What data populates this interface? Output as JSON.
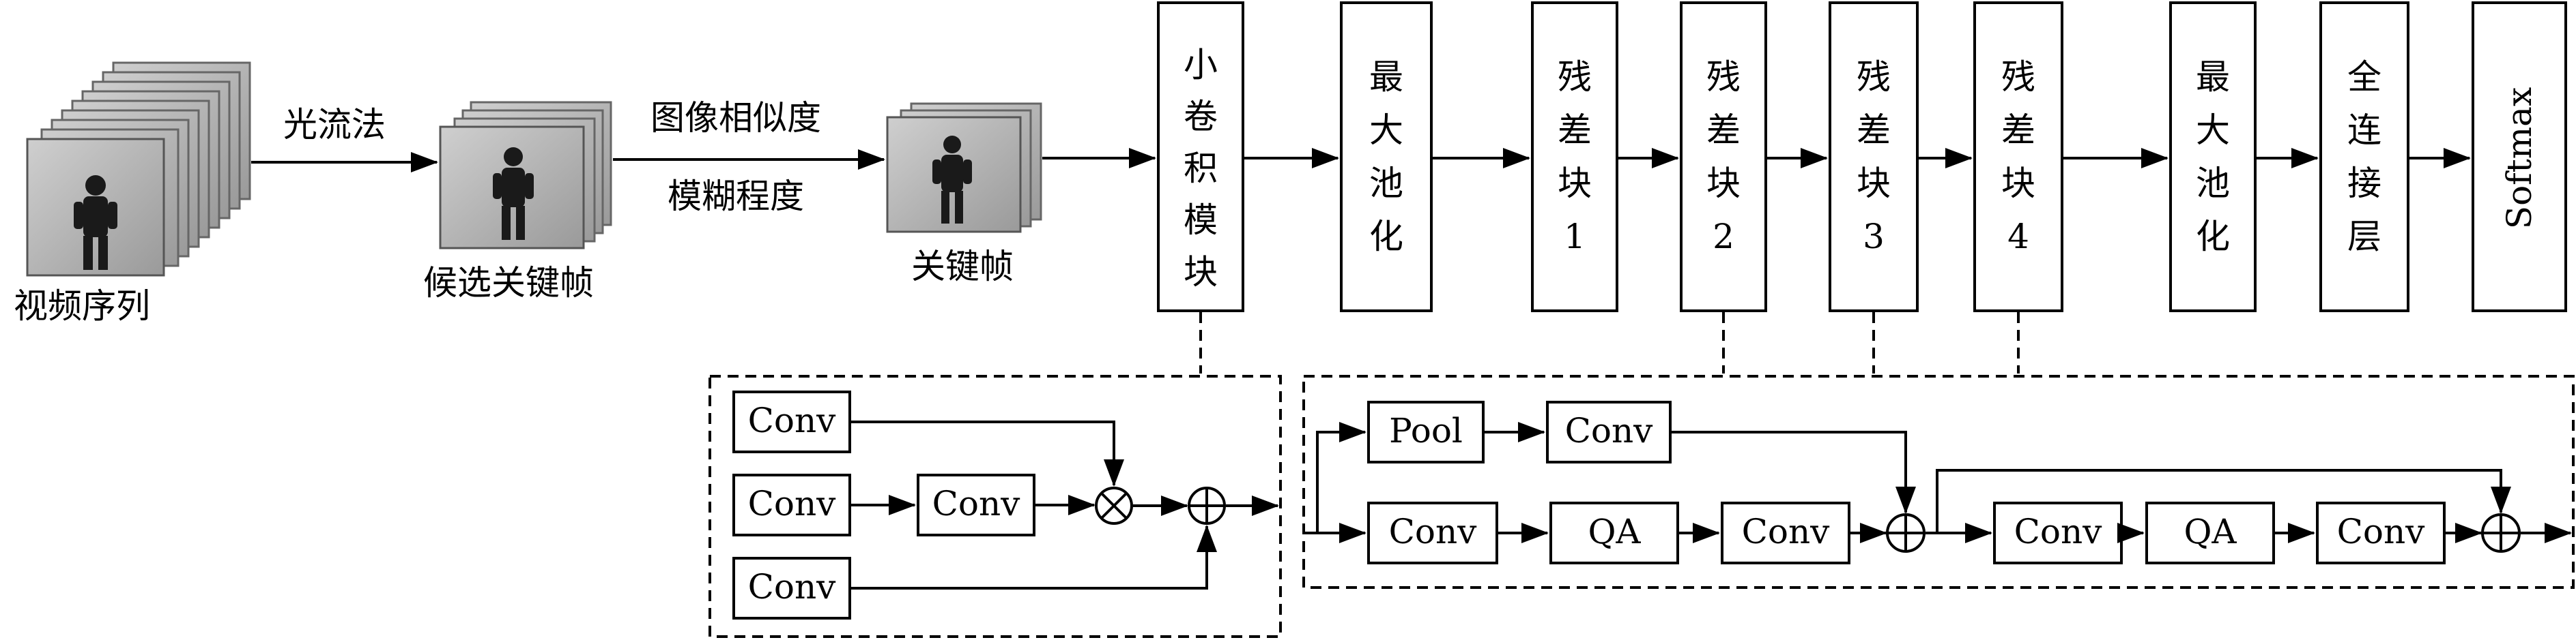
{
  "pipeline": {
    "video_sequence_label": "视频序列",
    "optical_flow_label": "光流法",
    "candidate_keyframes_label": "候选关键帧",
    "image_similarity_label": "图像相似度",
    "blur_degree_label": "模糊程度",
    "keyframes_label": "关键帧"
  },
  "network": {
    "small_conv_module": [
      "小",
      "卷",
      "积",
      "模",
      "块"
    ],
    "max_pool_1": [
      "最",
      "大",
      "池",
      "化"
    ],
    "res_block_1": [
      "残",
      "差",
      "块",
      "1"
    ],
    "res_block_2": [
      "残",
      "差",
      "块",
      "2"
    ],
    "res_block_3": [
      "残",
      "差",
      "块",
      "3"
    ],
    "res_block_4": [
      "残",
      "差",
      "块",
      "4"
    ],
    "max_pool_2": [
      "最",
      "大",
      "池",
      "化"
    ],
    "fully_connected": [
      "全",
      "连",
      "接",
      "层"
    ],
    "softmax": "Softmax"
  },
  "small_conv_detail": {
    "conv_top": "Conv",
    "conv_mid_1": "Conv",
    "conv_mid_2": "Conv",
    "conv_bottom": "Conv",
    "multiply_symbol": "⊗",
    "add_symbol": "⊕"
  },
  "residual_detail": {
    "pool": "Pool",
    "conv_branch": "Conv",
    "conv_a1": "Conv",
    "qa_a": "QA",
    "conv_a2": "Conv",
    "conv_b1": "Conv",
    "qa_b": "QA",
    "conv_b2": "Conv",
    "add_symbol_1": "⊕",
    "add_symbol_2": "⊕"
  }
}
